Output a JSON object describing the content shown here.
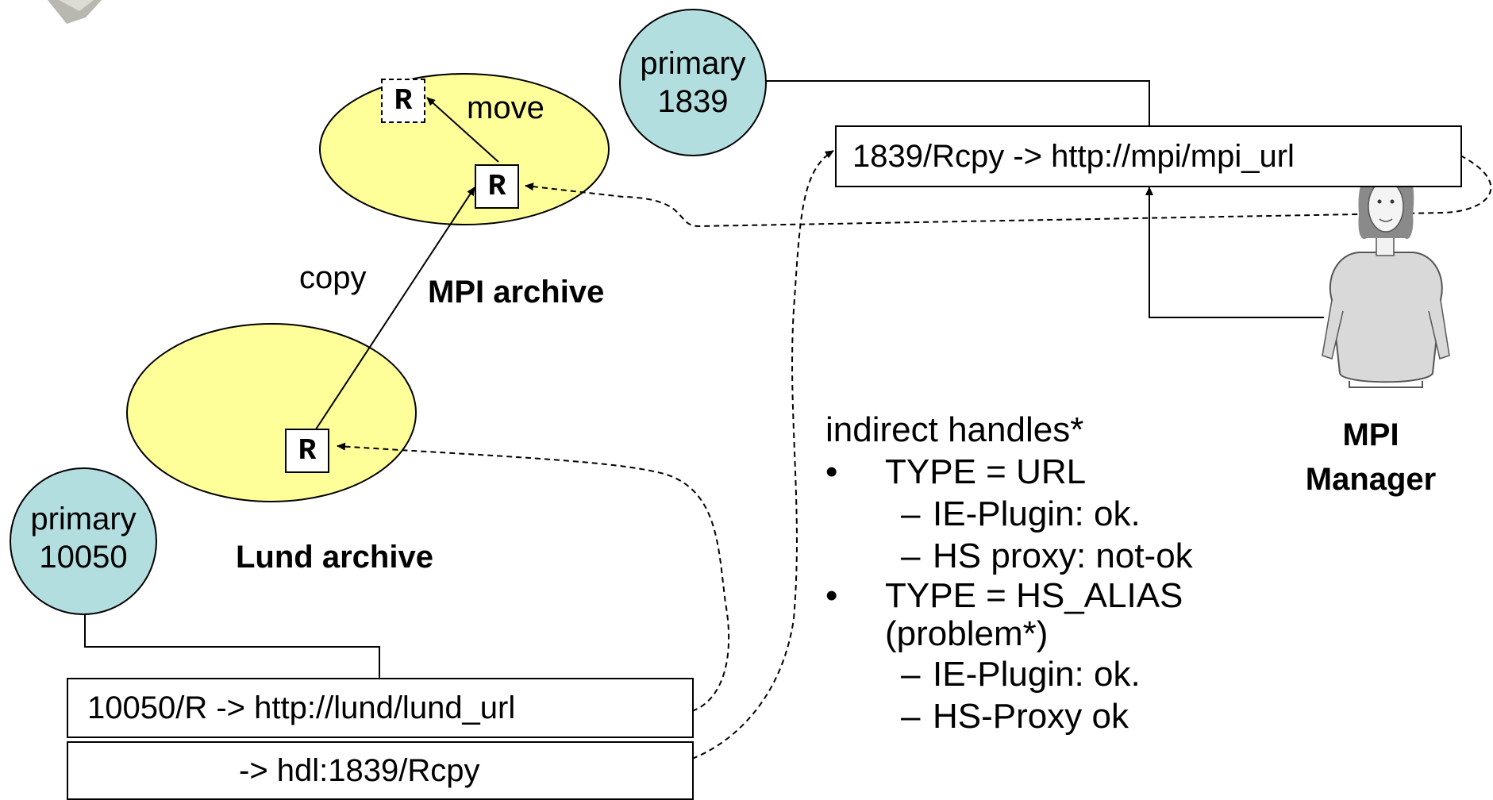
{
  "archives": {
    "mpi": {
      "name": "MPI archive",
      "move_label": "move"
    },
    "lund": {
      "name": "Lund archive"
    },
    "copy_label": "copy",
    "resource_glyph": "R"
  },
  "primaries": {
    "mpi": {
      "line1": "primary",
      "line2": "1839"
    },
    "lund": {
      "line1": "primary",
      "line2": "10050"
    }
  },
  "handles": {
    "mpi": "1839/Rcpy -> http://mpi/mpi_url",
    "lund_row1": "10050/R -> http://lund/lund_url",
    "lund_row2": "-> hdl:1839/Rcpy"
  },
  "manager": {
    "line1": "MPI",
    "line2": "Manager",
    "icon": "woman-figure-icon"
  },
  "notes": {
    "heading": "indirect handles*",
    "items": [
      {
        "text": "TYPE = URL",
        "sub": [
          "IE-Plugin: ok.",
          "HS proxy: not-ok"
        ]
      },
      {
        "text": "TYPE = HS_ALIAS",
        "text2": "(problem*)",
        "sub": [
          "IE-Plugin: ok.",
          "HS-Proxy ok"
        ]
      }
    ]
  },
  "colors": {
    "archive_fill": "#FFFF99",
    "primary_fill": "#B3DEE0"
  }
}
